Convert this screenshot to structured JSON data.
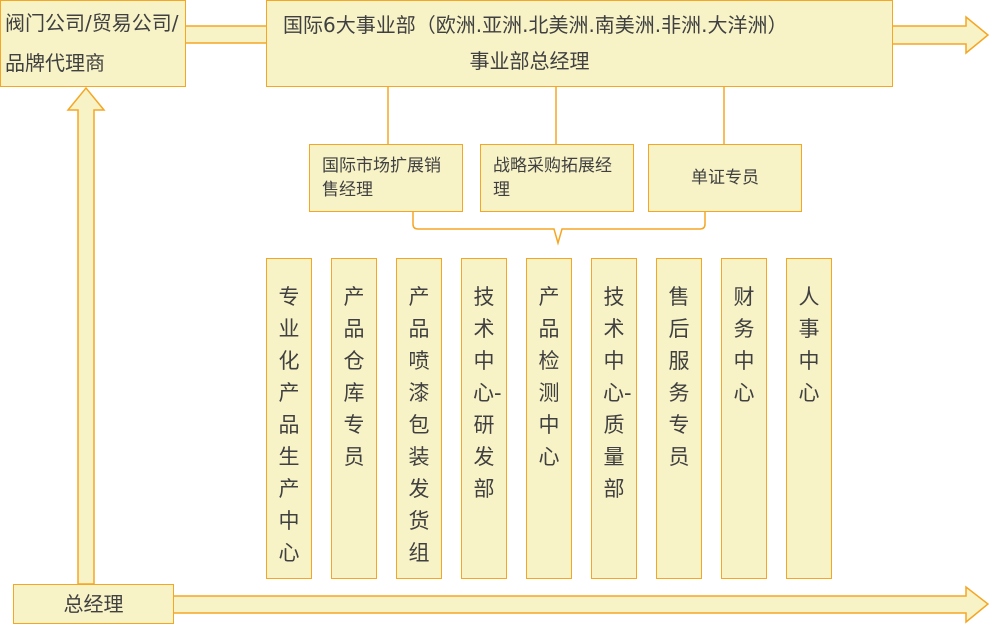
{
  "partners": "阀门公司/贸易公司/品牌代理商",
  "division": {
    "line1": "国际6大事业部（欧洲.亚洲.北美洲.南美洲.非洲.大洋洲）",
    "line2": "事业部总经理"
  },
  "managers": [
    "国际市场扩展销售经理",
    "战略采购拓展经理",
    "单证专员"
  ],
  "departments": [
    "专业化产品生产中心",
    "产品仓库专员",
    "产品喷漆包装发货组",
    "技术中心-研发部",
    "产品检测中心",
    "技术中心-质量部",
    "售后服务专员",
    "财务中心",
    "人事中心"
  ],
  "general_manager": "总经理",
  "colors": {
    "fill": "#f7f3c7",
    "border": "#f5a623",
    "text": "#404040"
  }
}
